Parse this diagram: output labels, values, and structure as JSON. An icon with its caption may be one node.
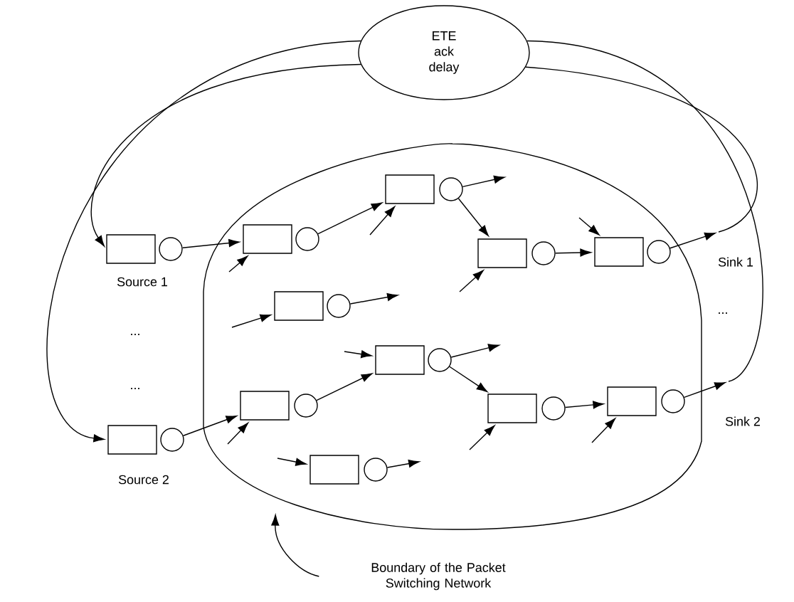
{
  "diagram": {
    "nodes": [
      {
        "text": [
          "ETE ack delay"
        ]
      },
      {
        "text": [],
        "shape": "box"
      },
      {
        "text": [
          "Boundary of the Packet Switching Network"
        ]
      },
      {
        "text": [],
        "shape": "box",
        "beside": [
          "Source 1"
        ]
      },
      {
        "text": [],
        "shape": "circle"
      },
      {
        "text": [],
        "shape": "box",
        "in": 1
      },
      {
        "text": [],
        "shape": "circle",
        "in": 1
      },
      {
        "text": [],
        "shape": "box",
        "in": 1
      },
      {
        "text": [],
        "shape": "circle",
        "in": 1
      },
      {
        "text": [],
        "shape": "box",
        "in": 1
      },
      {
        "text": [],
        "shape": "circle",
        "in": 1
      },
      {
        "text": [],
        "shape": "box",
        "in": 1
      },
      {
        "text": [],
        "shape": "circle",
        "in": 1,
        "beside": [
          "Sink 1"
        ]
      },
      {
        "text": [],
        "shape": "box",
        "in": 1
      },
      {
        "text": [],
        "shape": "circle",
        "in": 1
      },
      {
        "text": [],
        "shape": "box",
        "in": 1
      },
      {
        "text": [],
        "shape": "circle",
        "in": 1
      },
      {
        "text": [],
        "shape": "box",
        "in": 1
      },
      {
        "text": [],
        "shape": "circle",
        "in": 1
      },
      {
        "text": [],
        "shape": "box",
        "in": 1
      },
      {
        "text": [],
        "shape": "circle",
        "in": 1
      },
      {
        "text": [],
        "shape": "box",
        "in": 1
      },
      {
        "text": [],
        "shape": "circle",
        "in": 1,
        "beside": [
          "Sink 2"
        ]
      },
      {
        "text": [],
        "shape": "box",
        "beside": [
          "Source 2"
        ]
      },
      {
        "text": [],
        "shape": "circle"
      },
      {
        "text": [],
        "shape": "box",
        "in": 1
      },
      {
        "text": [],
        "shape": "circle",
        "in": 1
      }
    ],
    "edges": [
      {
        "from": 4,
        "to": 5,
        "arrow": "to"
      },
      {
        "from": 6,
        "to": 7,
        "arrow": "to"
      },
      {
        "from": 8,
        "to": 9,
        "arrow": "to"
      },
      {
        "from": 10,
        "to": 11,
        "arrow": "to"
      },
      {
        "from": 12,
        "to": null,
        "arrow": "to"
      },
      {
        "from": 0,
        "to": 3,
        "arrow": "to"
      },
      {
        "from": 22,
        "to": null,
        "arrow": "to"
      },
      {
        "from": 0,
        "to": 23,
        "arrow": "to"
      },
      {
        "from": 24,
        "to": 17,
        "arrow": "to"
      },
      {
        "from": 18,
        "to": 15,
        "arrow": "to"
      },
      {
        "from": 16,
        "to": 19,
        "arrow": "to"
      },
      {
        "from": 20,
        "to": 21,
        "arrow": "to"
      },
      {
        "from": 2,
        "to": 1,
        "arrow": "to"
      },
      {
        "from": null,
        "to": 5,
        "arrow": "to"
      },
      {
        "from": null,
        "to": 7,
        "arrow": "to"
      },
      {
        "from": 8,
        "to": null,
        "arrow": "to"
      },
      {
        "from": null,
        "to": 9,
        "arrow": "to"
      },
      {
        "from": null,
        "to": 11,
        "arrow": "to"
      },
      {
        "from": null,
        "to": 13,
        "arrow": "to"
      },
      {
        "from": 14,
        "to": null,
        "arrow": "to"
      },
      {
        "from": null,
        "to": 15,
        "arrow": "to"
      },
      {
        "from": 16,
        "to": null,
        "arrow": "to"
      },
      {
        "from": null,
        "to": 17,
        "arrow": "to"
      },
      {
        "from": null,
        "to": 19,
        "arrow": "to"
      },
      {
        "from": null,
        "to": 21,
        "arrow": "to"
      },
      {
        "from": null,
        "to": 25,
        "arrow": "to"
      },
      {
        "from": 26,
        "to": null,
        "arrow": "to"
      },
      {
        "from": null,
        "to": 0,
        "arrow": "none"
      },
      {
        "from": null,
        "to": 0,
        "arrow": "none"
      }
    ],
    "labels": [
      "...",
      "...",
      "..."
    ]
  }
}
